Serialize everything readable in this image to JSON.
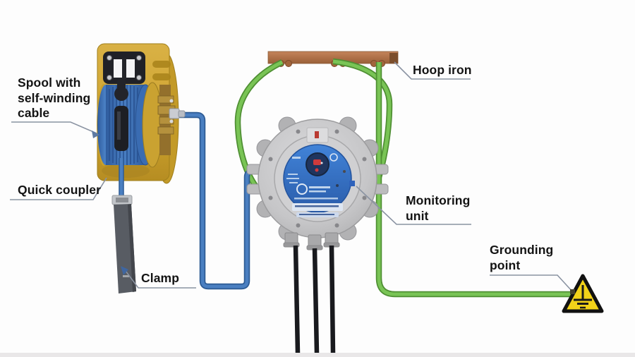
{
  "labels": {
    "spool": "Spool with\nself-winding\ncable",
    "quick_coupler": "Quick coupler",
    "clamp": "Clamp",
    "hoop_iron": "Hoop iron",
    "monitoring_unit": "Monitoring\nunit",
    "grounding_point": "Grounding\npoint"
  },
  "icons": {
    "grounding_symbol": "earth-ground-warning-triangle-icon",
    "status_led": "red-led-indicator-icon"
  },
  "colors": {
    "cable_blue": "#4a7fc1",
    "cable_green": "#79c455",
    "spool_yellow": "#cda32e",
    "drum_blue": "#3a6cb2",
    "hoop_iron_brown": "#b17348",
    "unit_housing_gray": "#c6c6c8",
    "unit_face_blue": "#2e6fc2",
    "warning_yellow": "#f2d219",
    "leader_line_gray": "#8a93a2",
    "label_text": "#131313"
  }
}
